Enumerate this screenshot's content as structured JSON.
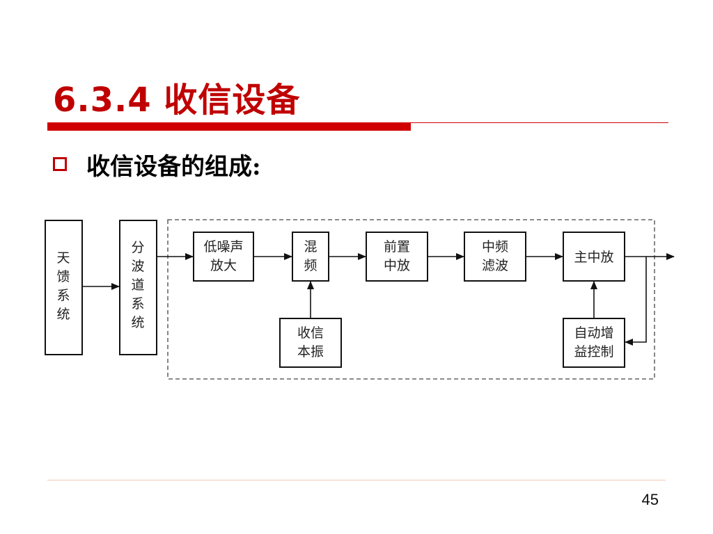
{
  "slide": {
    "title": "6.3.4 收信设备",
    "bullet": "收信设备的组成:",
    "page_number": "45"
  },
  "diagram": {
    "boxes": {
      "antenna": [
        "天",
        "馈",
        "系",
        "统"
      ],
      "splitter": [
        "分",
        "波",
        "道",
        "系",
        "统"
      ],
      "lna": [
        "低噪声",
        "放大"
      ],
      "mixer": [
        "混",
        "频"
      ],
      "local_osc": [
        "收信",
        "本振"
      ],
      "preamp": [
        "前置",
        "中放"
      ],
      "if_filter": [
        "中频",
        "滤波"
      ],
      "main_if": [
        "主中放"
      ],
      "agc": [
        "自动增",
        "益控制"
      ]
    }
  },
  "colors": {
    "title": "#c00000",
    "accent_bar": "#d00000",
    "footer_line": "#f0c8b0"
  }
}
